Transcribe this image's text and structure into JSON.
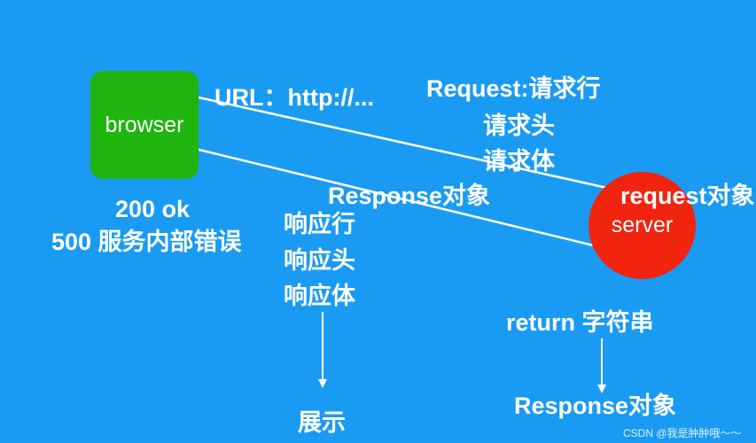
{
  "nodes": {
    "browser": "browser",
    "server": "server"
  },
  "labels": {
    "url": "URL：http://...",
    "request_title": "Request:请求行",
    "request_head": "请求头",
    "request_body": "请求体",
    "request_object": "request对象",
    "response_object": "Response对象",
    "status_ok": "200 ok",
    "status_error": "500 服务内部错误",
    "resp_line": "响应行",
    "resp_head": "响应头",
    "resp_body": "响应体",
    "display": "展示",
    "return_string": "return  字符串",
    "response_object_bottom": "Response对象"
  },
  "watermark": "CSDN @我是肿肿哦～～",
  "colors": {
    "background": "#1a9bf3",
    "browser": "#1fb40e",
    "server": "#f0240f",
    "text": "#ffffff"
  }
}
